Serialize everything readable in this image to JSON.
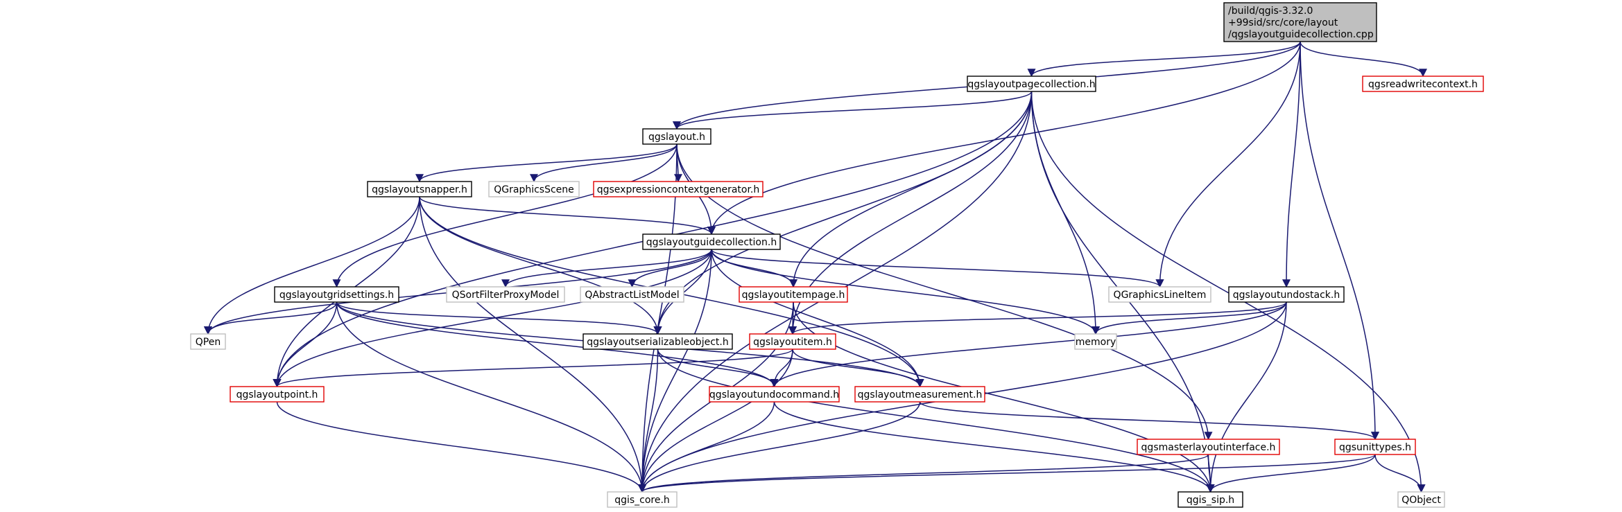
{
  "root": {
    "lines": [
      "/build/qgis-3.32.0",
      "+99sid/src/core/layout",
      "/qgslayoutguidecollection.cpp"
    ]
  },
  "nodes": [
    {
      "id": "pagecollection",
      "label": "qgslayoutpagecollection.h",
      "kind": "normal"
    },
    {
      "id": "readwritecontext",
      "label": "qgsreadwritecontext.h",
      "kind": "missing"
    },
    {
      "id": "layout",
      "label": "qgslayout.h",
      "kind": "normal"
    },
    {
      "id": "snapper",
      "label": "qgslayoutsnapper.h",
      "kind": "normal"
    },
    {
      "id": "graphicsscene",
      "label": "QGraphicsScene",
      "kind": "external"
    },
    {
      "id": "exprctxgen",
      "label": "qgsexpressioncontextgenerator.h",
      "kind": "missing"
    },
    {
      "id": "guidecollection",
      "label": "qgslayoutguidecollection.h",
      "kind": "normal"
    },
    {
      "id": "gridsettings",
      "label": "qgslayoutgridsettings.h",
      "kind": "normal"
    },
    {
      "id": "sortfilter",
      "label": "QSortFilterProxyModel",
      "kind": "external"
    },
    {
      "id": "abstractlist",
      "label": "QAbstractListModel",
      "kind": "external"
    },
    {
      "id": "itempage",
      "label": "qgslayoutitempage.h",
      "kind": "missing"
    },
    {
      "id": "graphicsline",
      "label": "QGraphicsLineItem",
      "kind": "external"
    },
    {
      "id": "undostack",
      "label": "qgslayoutundostack.h",
      "kind": "normal"
    },
    {
      "id": "qpen",
      "label": "QPen",
      "kind": "external"
    },
    {
      "id": "serializable",
      "label": "qgslayoutserializableobject.h",
      "kind": "normal"
    },
    {
      "id": "item",
      "label": "qgslayoutitem.h",
      "kind": "missing"
    },
    {
      "id": "memory",
      "label": "memory",
      "kind": "external"
    },
    {
      "id": "point",
      "label": "qgslayoutpoint.h",
      "kind": "missing"
    },
    {
      "id": "undocommand",
      "label": "qgslayoutundocommand.h",
      "kind": "missing"
    },
    {
      "id": "measurement",
      "label": "qgslayoutmeasurement.h",
      "kind": "missing"
    },
    {
      "id": "masterlayout",
      "label": "qgsmasterlayoutinterface.h",
      "kind": "missing"
    },
    {
      "id": "unittypes",
      "label": "qgsunittypes.h",
      "kind": "missing"
    },
    {
      "id": "qgiscore",
      "label": "qgis_core.h",
      "kind": "external"
    },
    {
      "id": "qgissip",
      "label": "qgis_sip.h",
      "kind": "normal"
    },
    {
      "id": "qobject",
      "label": "QObject",
      "kind": "external"
    }
  ],
  "edges": [
    [
      "root",
      "pagecollection"
    ],
    [
      "root",
      "readwritecontext"
    ],
    [
      "root",
      "layout"
    ],
    [
      "root",
      "guidecollection"
    ],
    [
      "root",
      "graphicsline"
    ],
    [
      "root",
      "undostack"
    ],
    [
      "root",
      "unittypes"
    ],
    [
      "pagecollection",
      "layout"
    ],
    [
      "pagecollection",
      "point"
    ],
    [
      "pagecollection",
      "itempage"
    ],
    [
      "pagecollection",
      "serializable"
    ],
    [
      "pagecollection",
      "item"
    ],
    [
      "pagecollection",
      "memory"
    ],
    [
      "pagecollection",
      "qgiscore"
    ],
    [
      "pagecollection",
      "qgissip"
    ],
    [
      "pagecollection",
      "qobject"
    ],
    [
      "layout",
      "snapper"
    ],
    [
      "layout",
      "graphicsscene"
    ],
    [
      "layout",
      "exprctxgen"
    ],
    [
      "layout",
      "guidecollection"
    ],
    [
      "layout",
      "gridsettings"
    ],
    [
      "layout",
      "qgiscore"
    ],
    [
      "layout",
      "masterlayout"
    ],
    [
      "snapper",
      "guidecollection"
    ],
    [
      "snapper",
      "qpen"
    ],
    [
      "snapper",
      "serializable"
    ],
    [
      "snapper",
      "point"
    ],
    [
      "snapper",
      "qgiscore"
    ],
    [
      "snapper",
      "measurement"
    ],
    [
      "guidecollection",
      "sortfilter"
    ],
    [
      "guidecollection",
      "abstractlist"
    ],
    [
      "guidecollection",
      "itempage"
    ],
    [
      "guidecollection",
      "graphicsline"
    ],
    [
      "guidecollection",
      "memory"
    ],
    [
      "guidecollection",
      "serializable"
    ],
    [
      "guidecollection",
      "qpen"
    ],
    [
      "guidecollection",
      "point"
    ],
    [
      "guidecollection",
      "measurement"
    ],
    [
      "guidecollection",
      "qgiscore"
    ],
    [
      "gridsettings",
      "qpen"
    ],
    [
      "gridsettings",
      "serializable"
    ],
    [
      "gridsettings",
      "point"
    ],
    [
      "gridsettings",
      "undocommand"
    ],
    [
      "gridsettings",
      "measurement"
    ],
    [
      "gridsettings",
      "qgiscore"
    ],
    [
      "itempage",
      "item"
    ],
    [
      "itempage",
      "qgiscore"
    ],
    [
      "itempage",
      "qgissip"
    ],
    [
      "undostack",
      "item"
    ],
    [
      "undostack",
      "memory"
    ],
    [
      "undostack",
      "undocommand"
    ],
    [
      "undostack",
      "qgiscore"
    ],
    [
      "undostack",
      "qgissip"
    ],
    [
      "serializable",
      "undocommand"
    ],
    [
      "serializable",
      "qgiscore"
    ],
    [
      "serializable",
      "qgissip"
    ],
    [
      "item",
      "point"
    ],
    [
      "item",
      "undocommand"
    ],
    [
      "item",
      "measurement"
    ],
    [
      "item",
      "qgiscore"
    ],
    [
      "point",
      "qgiscore"
    ],
    [
      "undocommand",
      "qgiscore"
    ],
    [
      "undocommand",
      "qgissip"
    ],
    [
      "measurement",
      "unittypes"
    ],
    [
      "measurement",
      "qgiscore"
    ],
    [
      "masterlayout",
      "qgiscore"
    ],
    [
      "masterlayout",
      "qgissip"
    ],
    [
      "unittypes",
      "qgiscore"
    ],
    [
      "unittypes",
      "qgissip"
    ],
    [
      "unittypes",
      "qobject"
    ]
  ]
}
